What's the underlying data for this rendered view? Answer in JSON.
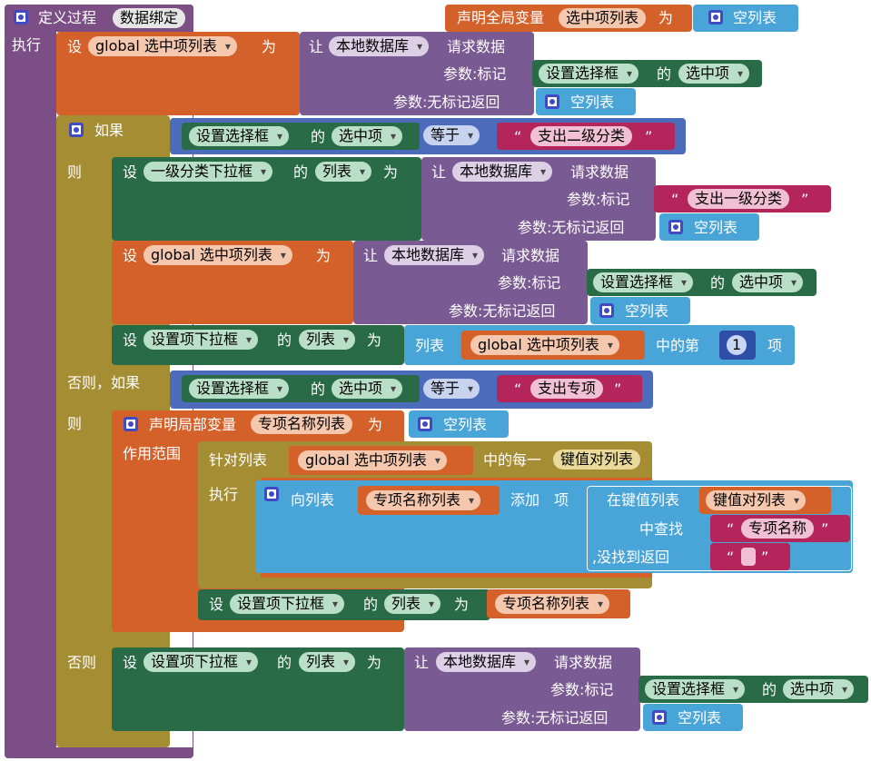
{
  "define_proc": {
    "label": "定义过程",
    "name": "数据绑定",
    "do_label": "执行"
  },
  "global_decl": {
    "label": "声明全局变量",
    "name": "选中项列表",
    "to": "为",
    "value": "空列表"
  },
  "kw": {
    "set": "设",
    "to": "为",
    "of": "的",
    "let": "让",
    "call_method": "请求数据",
    "param_tag": "参数:标记",
    "param_ret": "参数:无标记返回",
    "if": "如果",
    "then": "则",
    "else_if": "否则，如果",
    "else": "否则",
    "equals": "等于",
    "empty_list": "空列表",
    "list": "列表",
    "nth_of": "中的第",
    "item": "项",
    "local_decl": "声明局部变量",
    "scope": "作用范围",
    "foreach": "针对列表",
    "each_of": "中的每一",
    "do": "执行",
    "to_list": "向列表",
    "add": "添加",
    "item_short": "项",
    "in_kv_list": "在键值列表",
    "lookup": "中查找",
    "not_found": ",没找到返回"
  },
  "components": {
    "db": "本地数据库",
    "selector": "设置选择框",
    "level1": "一级分类下拉框",
    "settings_dd": "设置项下拉框"
  },
  "props": {
    "selected": "选中项",
    "elements": "列表"
  },
  "vars": {
    "global_list": "global 选中项列表",
    "local_list": "专项名称列表",
    "kv": "键值对列表"
  },
  "strings": {
    "cat2": "支出二级分类",
    "cat1": "支出一级分类",
    "special": "支出专项",
    "name_key": "专项名称",
    "q_open": "“",
    "q_close": "”"
  },
  "nums": {
    "one": "1"
  },
  "colors": {
    "procedure": "#7b4f86",
    "variable": "#d4602a",
    "control": "#a58d33",
    "component": "#2a6b47",
    "method": "#7a5a92",
    "list": "#49a4d8",
    "logic": "#4c6bba",
    "text": "#b4265b",
    "math": "#2f4ea6"
  }
}
